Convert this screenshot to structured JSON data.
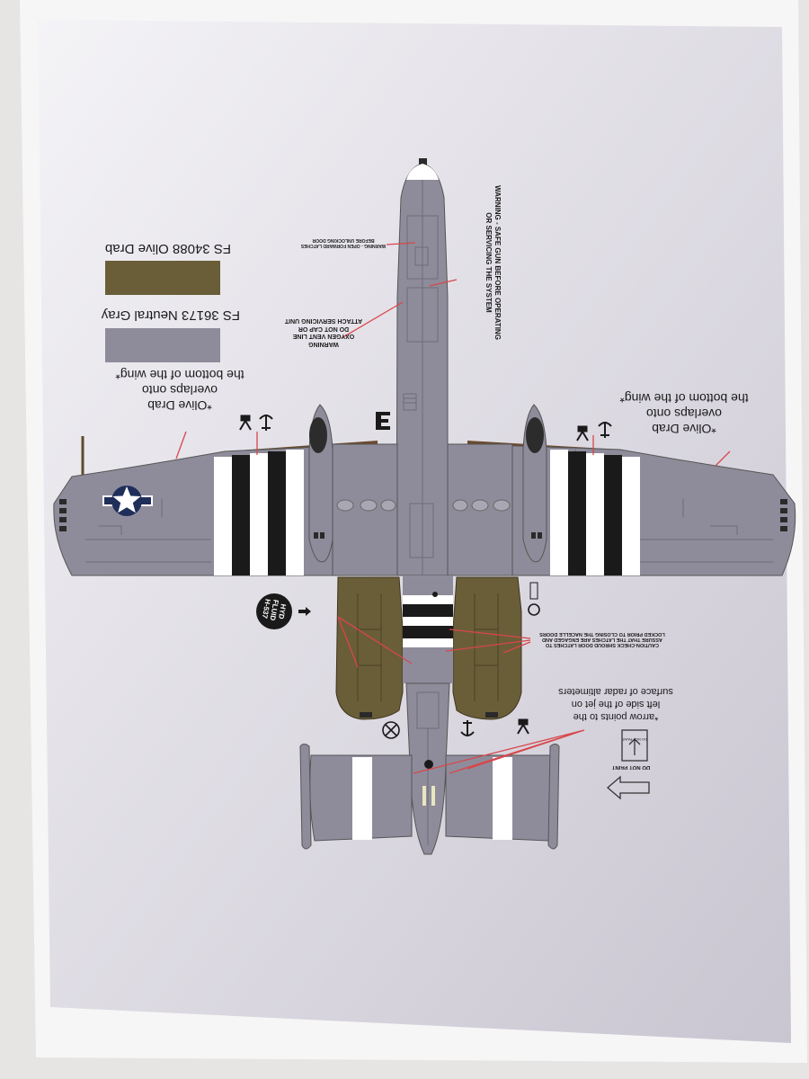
{
  "colors": {
    "olive_drab": "#6a5e38",
    "neutral_gray": "#8e8c9a",
    "page_top": "#f4f3f6",
    "page_bottom": "#c9c5d1",
    "callout_line": "#d8464a",
    "star_blue": "#1f2f5a",
    "invasion_black": "#1a1a1a",
    "invasion_white": "#ffffff"
  },
  "swatches": [
    {
      "label": "FS 34088 Olive Drab",
      "color": "#6a5e38"
    },
    {
      "label": "FS 36173 Neutral Gray",
      "color": "#8e8c9a"
    }
  ],
  "notes": {
    "olive_left": [
      "*Olive Drab",
      "overlaps onto",
      "the bottom of the wing*"
    ],
    "olive_right": [
      "*Olive Drab",
      "overlaps onto",
      "the bottom of the wing*"
    ],
    "arrow_note": [
      "*arrow points to the",
      "left side of the jet on",
      "surface of radar altimeters"
    ]
  },
  "stencils": {
    "warning_safe_gun": [
      "WARNING - SAFE GUN BEFORE OPERATING",
      "OR SERVICING THE SYSTEM"
    ],
    "warning_oxygen": [
      "WARNING",
      "OXYGEN VENT LINE",
      "DO NOT CAP OR",
      "ATTACH SERVICING UNIT"
    ],
    "warning_latches": [
      "WARNING - OPEN FORWARD LATCHES",
      "BEFORE UNLOCKING DOOR"
    ],
    "caution_nacelle": [
      "CAUTION-CHECK SHROUD DOOR LATCHES TO",
      "ASSURE THAT THE LATCHES ARE ENGAGED AND",
      "LOCKED PRIOR TO CLOSING THE NACELLE DOORS"
    ],
    "hyd_fluid": [
      "HYD",
      "FLUID",
      "H-537"
    ],
    "do_not_paint": "DO NOT PAINT",
    "small_box": "DO NOT PAINT"
  },
  "icons": [
    "national-star-insignia",
    "anchor-icon",
    "tripod-jack-icon",
    "fire-extinguisher-icon",
    "no-step-arrow-icon"
  ]
}
